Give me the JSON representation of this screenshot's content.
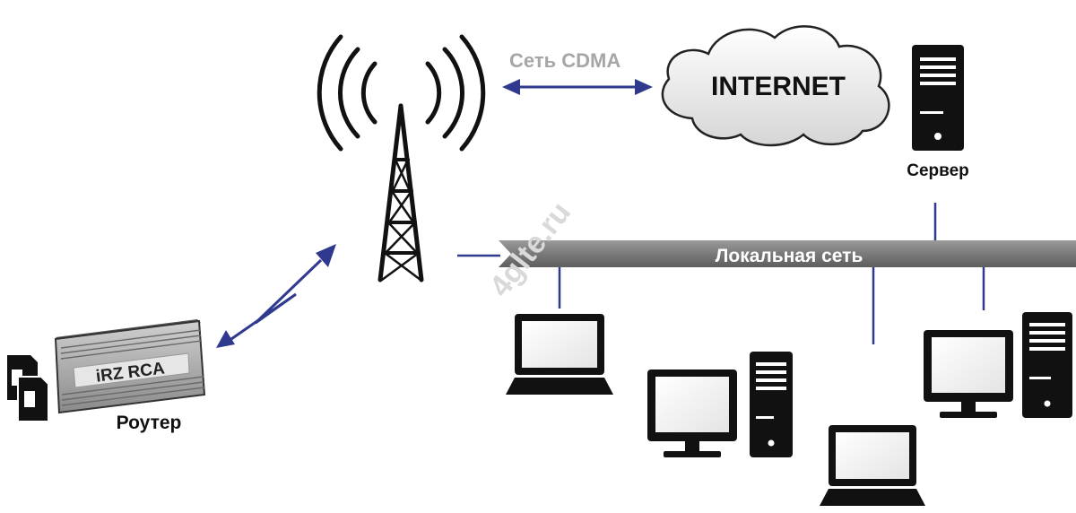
{
  "labels": {
    "cdma": "Сеть CDMA",
    "internet": "INTERNET",
    "server": "Сервер",
    "lan": "Локальная сеть",
    "router": "Роутер",
    "router_model": "iRZ RCA",
    "watermark": "4glte.ru"
  },
  "colors": {
    "arrow": "#2f3a8f",
    "lan_bar": "#7e7e7e",
    "device": "#111111",
    "cdma_text": "#a6a6a6"
  }
}
